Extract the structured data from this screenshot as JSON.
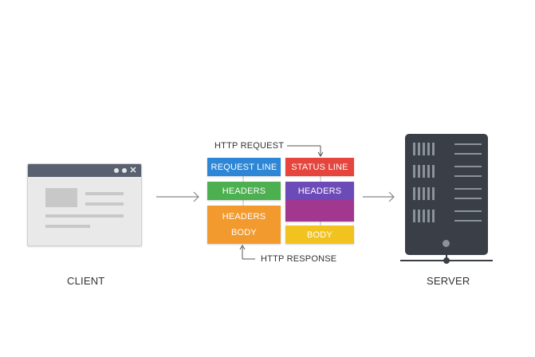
{
  "diagram": {
    "client": {
      "label": "CLIENT"
    },
    "server": {
      "label": "SERVER"
    },
    "request_caption": "HTTP REQUEST",
    "response_caption": "HTTP RESPONSE",
    "request_blocks": [
      {
        "label": "REQUEST LINE",
        "color": "#2e86d6"
      },
      {
        "label": "HEADERS",
        "color": "#4caf50"
      },
      {
        "label": "HEADERS",
        "color": "#f29a2e"
      },
      {
        "label": "BODY",
        "color": "#f29a2e"
      }
    ],
    "response_blocks": [
      {
        "label": "STATUS LINE",
        "color": "#e5453c"
      },
      {
        "label": "HEADERS",
        "color": "#6c4bb8"
      },
      {
        "label": "",
        "color": "#a1378f"
      },
      {
        "label": "BODY",
        "color": "#f2c21f"
      }
    ],
    "colors": {
      "arrow": "#888888",
      "server_body": "#3a3f47",
      "browser_bar": "#596170"
    }
  }
}
